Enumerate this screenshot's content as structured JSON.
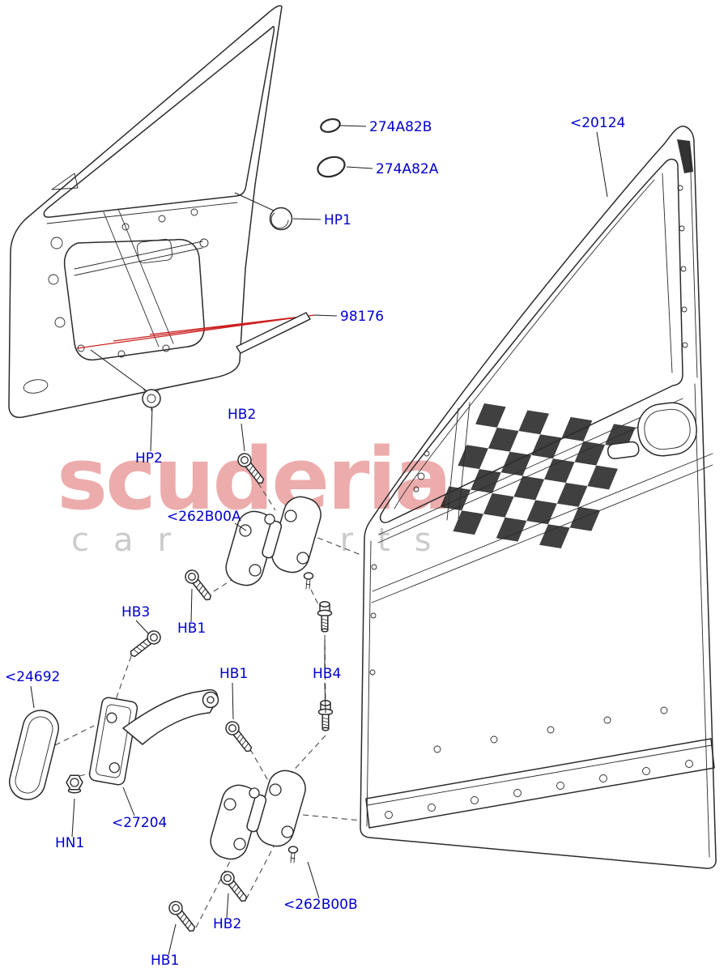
{
  "watermark": {
    "brand": "scuderia",
    "subtitle": "car parts"
  },
  "callouts": {
    "door_assembly": "<20124",
    "seal_small": "274A82B",
    "seal_large": "274A82A",
    "plug_hp1": "HP1",
    "waist_seal_strip": "98176",
    "plug_hp2": "HP2",
    "bolt_hb2_upper": "HB2",
    "hinge_upper": "<262B00A",
    "bolt_hb3": "HB3",
    "bolt_hb1_upper": "HB1",
    "bolt_hb1_middle": "HB1",
    "stud_hb4": "HB4",
    "check_arm_cover": "<24692",
    "nut_hn1": "HN1",
    "check_arm": "<27204",
    "hinge_lower": "<262B00B",
    "bolt_hb2_lower": "HB2",
    "bolt_hb1_lower": "HB1"
  },
  "colors": {
    "background": "#ffffff",
    "line_art": "#2b2b2b",
    "callout_text": "#0000cd",
    "red_leader": "#cc2020",
    "watermark_brand": "#d84a4a",
    "watermark_subtitle": "#c9c9c9"
  }
}
